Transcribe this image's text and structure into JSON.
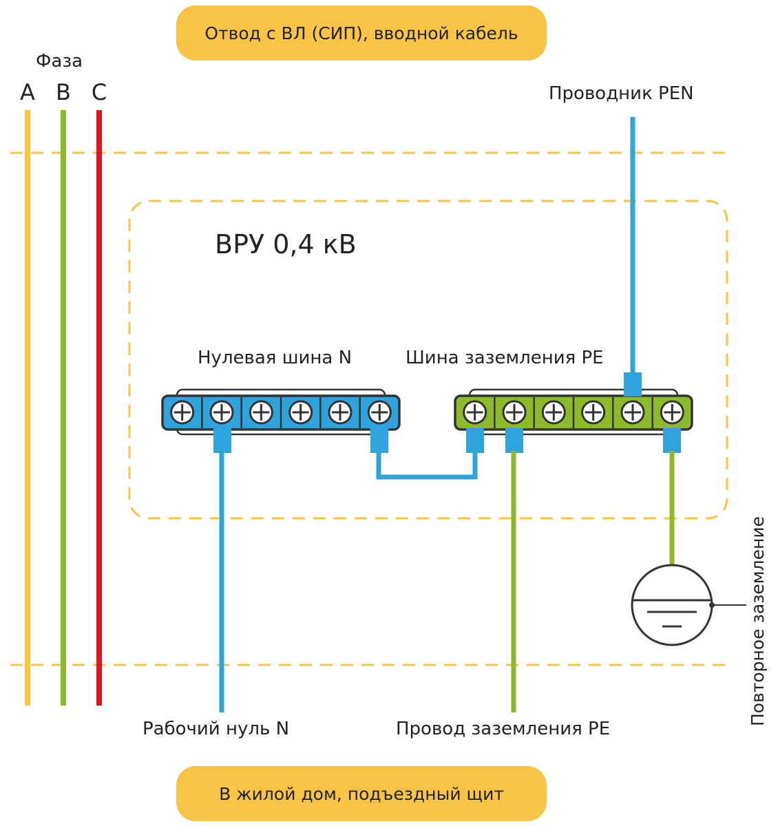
{
  "header": {
    "label": "Отвод с ВЛ (СИП), вводной кабель"
  },
  "footer": {
    "label": "В жилой дом, подъездный щит"
  },
  "phase": {
    "title": "Фаза",
    "lines": [
      {
        "letter": "A",
        "color": "#f9c443"
      },
      {
        "letter": "B",
        "color": "#8dba29"
      },
      {
        "letter": "C",
        "color": "#e0141b"
      }
    ]
  },
  "pen": {
    "label": "Проводник PEN",
    "color": "#2ea3dc"
  },
  "vru": {
    "label": "ВРУ 0,4 кВ",
    "border_color": "#f9c443"
  },
  "neutral_bus": {
    "label": "Нулевая шина N",
    "color": "#2ea3dc",
    "terminals": 6
  },
  "ground_bus": {
    "label": "Шина заземления PE",
    "color": "#8dba29",
    "terminals": 6
  },
  "outputs": {
    "neutral": {
      "label": "Рабочий нуль N"
    },
    "ground": {
      "label": "Провод заземления PE"
    }
  },
  "grounding": {
    "label": "Повторное заземление"
  }
}
